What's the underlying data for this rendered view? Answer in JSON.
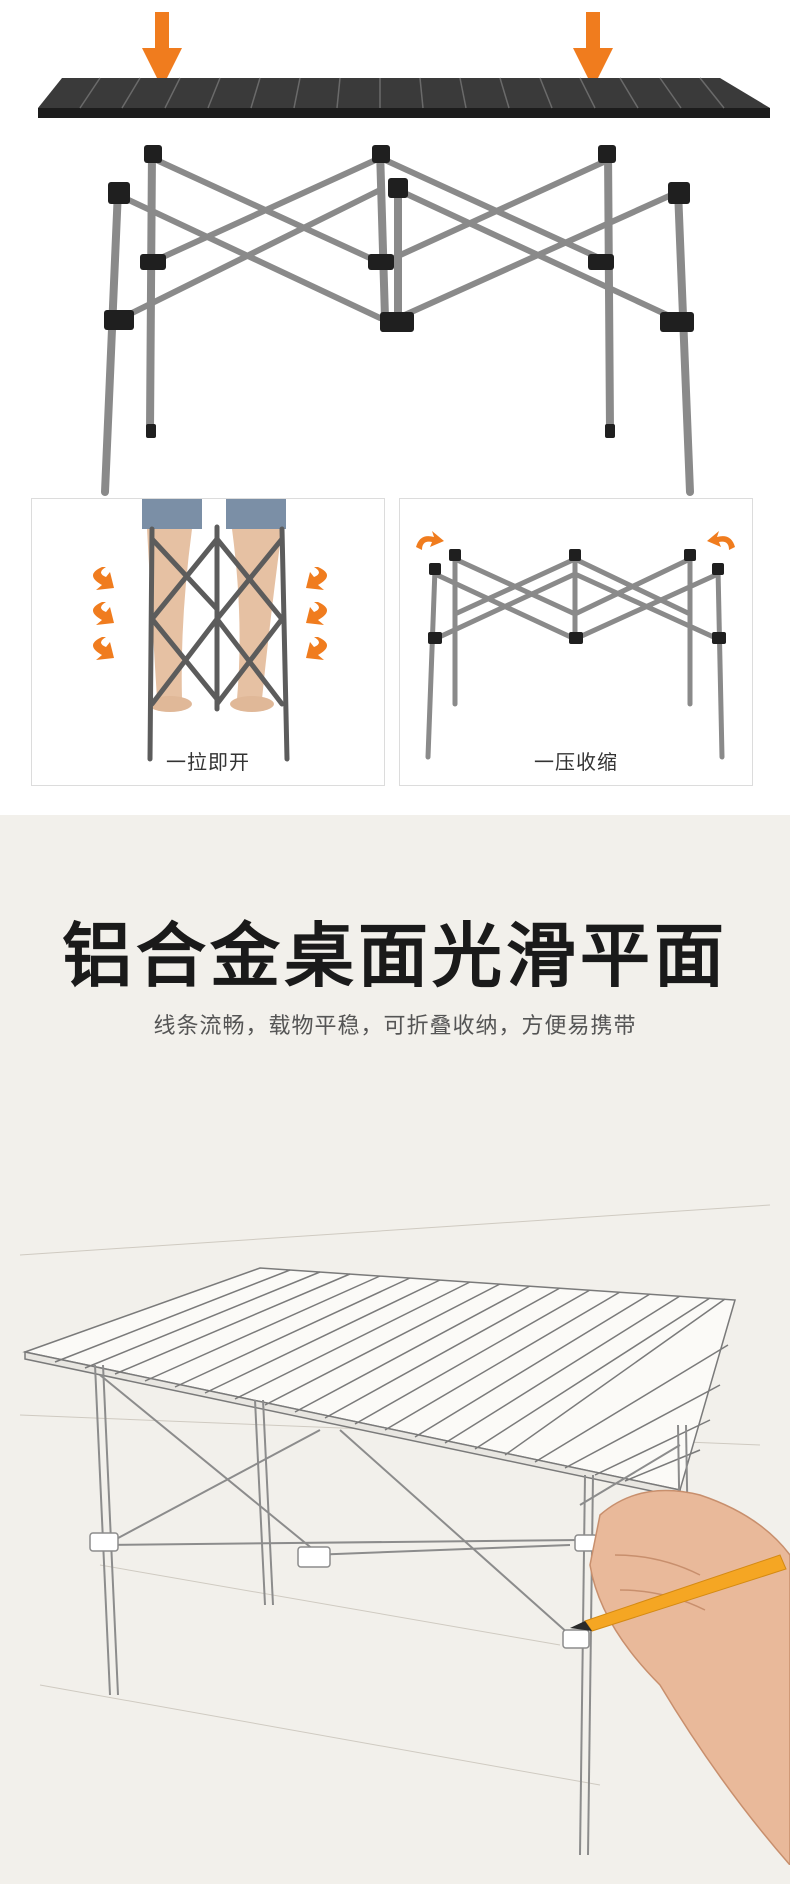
{
  "panels": {
    "pull_caption": "一拉即开",
    "press_caption": "一压收缩"
  },
  "feature": {
    "headline": "铝合金桌面光滑平面",
    "subline": "线条流畅，载物平稳，可折叠收纳，方便易携带"
  },
  "colors": {
    "accent": "#f07c1e",
    "frame": "#8a8a8a",
    "tabletop": "#2b2b2b",
    "background_bottom": "#f2f0eb"
  },
  "icons": [
    "down-arrow-icon",
    "curved-arrow-icon"
  ]
}
